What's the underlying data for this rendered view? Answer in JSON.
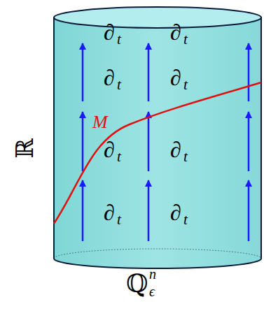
{
  "diagram": {
    "labels": [
      "ℝ",
      "M",
      "∂",
      "t",
      "∂",
      "t",
      "∂",
      "t",
      "∂",
      "t",
      "∂",
      "t",
      "∂",
      "t",
      "∂",
      "t",
      "∂",
      "t",
      "ℚ",
      "n",
      "ϵ"
    ]
  }
}
